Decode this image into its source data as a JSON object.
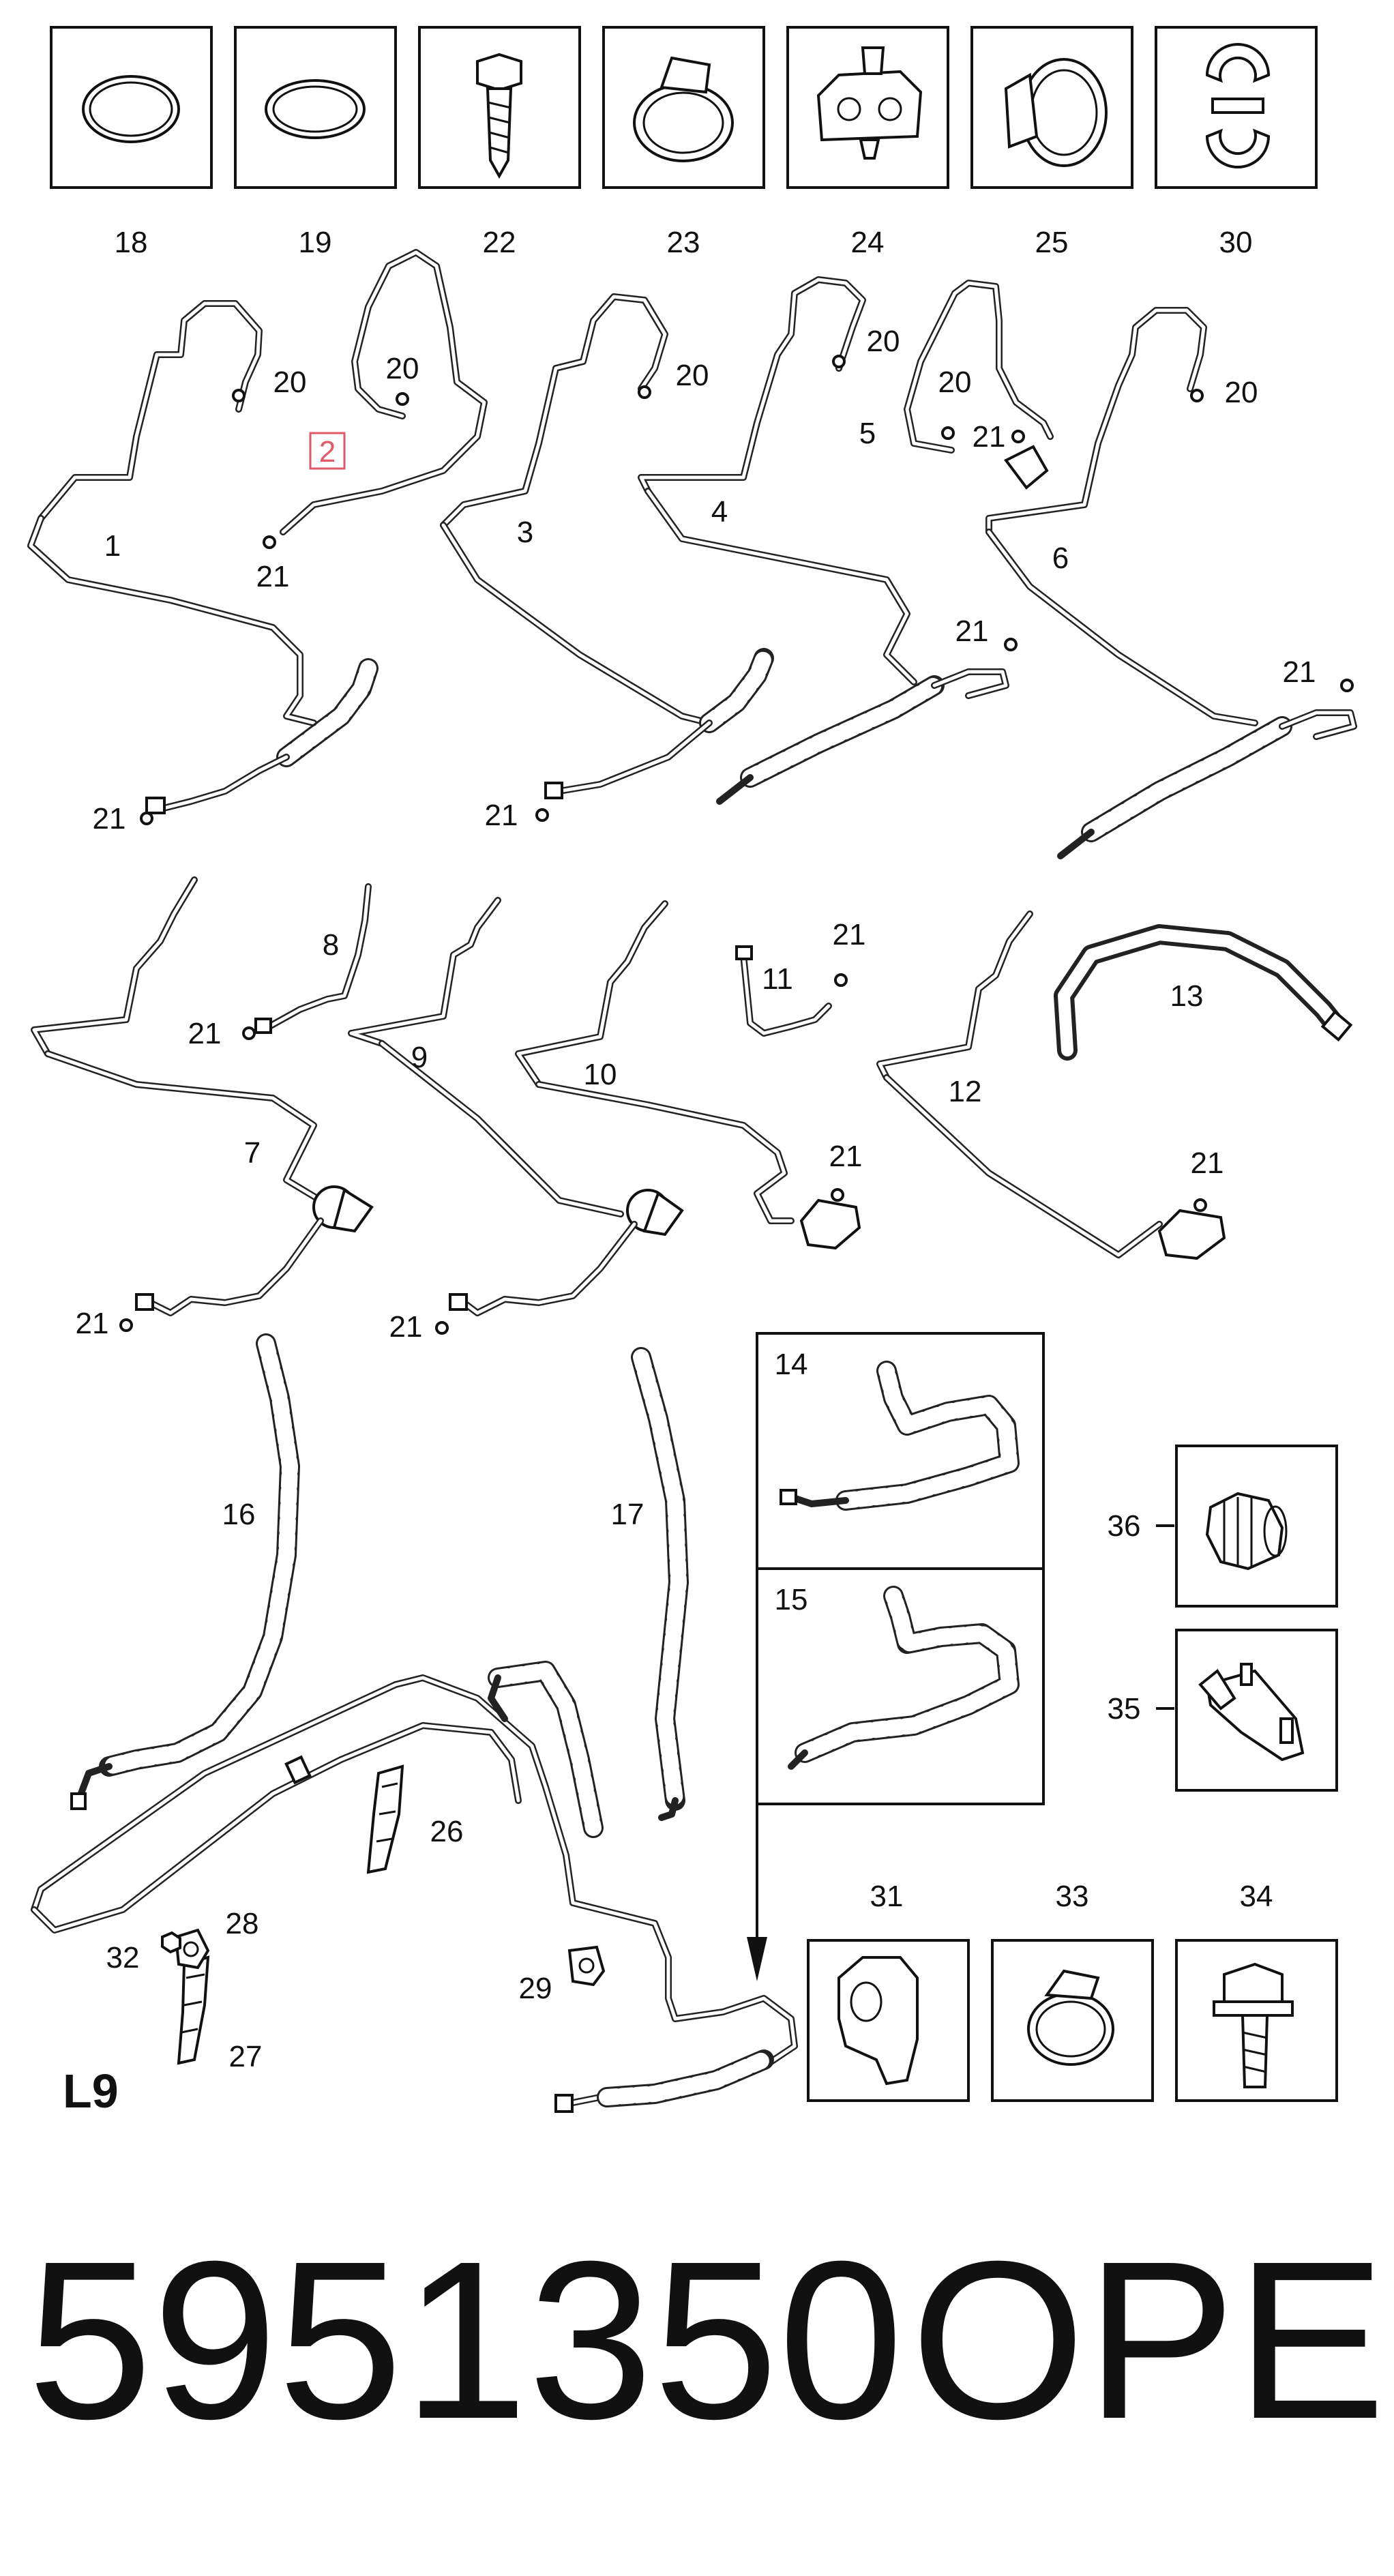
{
  "part_number": "5951350",
  "brand": "OPEL",
  "section_label": "L9",
  "highlighted_callout": "2",
  "highlight_color": "#e05a6a",
  "top_row_parts": [
    "18",
    "19",
    "22",
    "23",
    "24",
    "25",
    "30"
  ],
  "hose_callouts": {
    "h1": "1",
    "h2": "2",
    "h3": "3",
    "h4": "4",
    "h5": "5",
    "h6": "6",
    "h7": "7",
    "h8": "8",
    "h9": "9",
    "h10": "10",
    "h11": "11",
    "h12": "12",
    "h13": "13",
    "h14": "14",
    "h15": "15",
    "h16": "16",
    "h17": "17"
  },
  "small_callouts": {
    "c20": "20",
    "c21": "21",
    "c26": "26",
    "c27": "27",
    "c28": "28",
    "c29": "29",
    "c32": "32"
  },
  "side_parts": {
    "p36": "36",
    "p35": "35",
    "p31": "31",
    "p33": "33",
    "p34": "34"
  }
}
